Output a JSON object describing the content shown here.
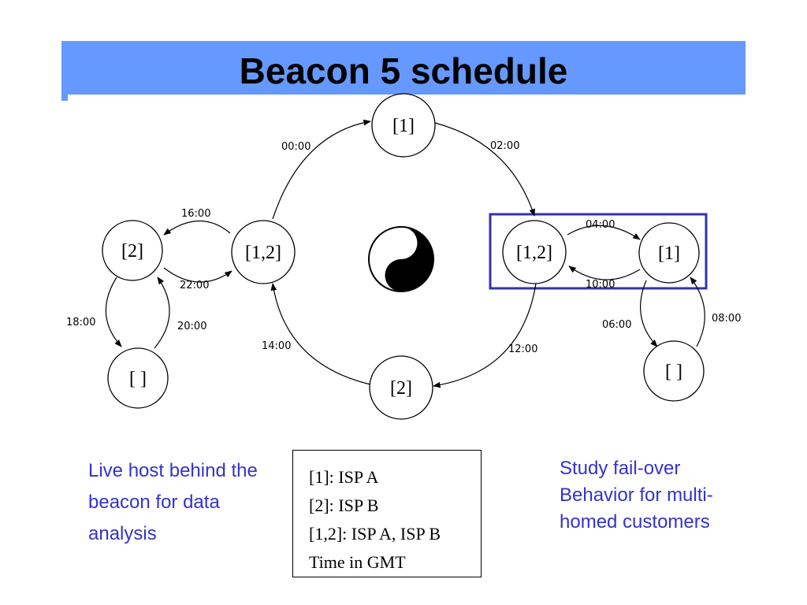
{
  "slide": {
    "title": "Beacon 5 schedule",
    "accent_color": "#6699ff",
    "note_color": "#3333cc",
    "highlight_color": "#3333aa"
  },
  "diagram": {
    "nodes": {
      "top": "[1]",
      "left": "[1,2]",
      "right": "[1,2]",
      "bottom": "[2]",
      "far_left": "[2]",
      "far_left_bottom": "[ ]",
      "far_right": "[1]",
      "far_right_bottom": "[ ]"
    },
    "edges": {
      "left_to_top": "00:00",
      "top_to_right": "02:00",
      "right_to_farright": "04:00",
      "farright_to_bottom": "06:00",
      "bottom_to_farright": "08:00",
      "farright_to_right": "10:00",
      "right_to_bottom": "12:00",
      "bottom_to_left": "14:00",
      "left_to_farleft": "16:00",
      "farleft_to_bottom": "18:00",
      "bottom_to_farleft": "20:00",
      "farleft_to_left": "22:00"
    },
    "center_icon": "yin-yang-icon"
  },
  "legend": {
    "line1": "[1]: ISP A",
    "line2": "[2]: ISP B",
    "line3": "[1,2]: ISP A, ISP B",
    "line4": "Time in GMT"
  },
  "notes": {
    "left": "Live host behind the beacon for data analysis",
    "right": "Study fail-over Behavior for multi-homed customers"
  }
}
